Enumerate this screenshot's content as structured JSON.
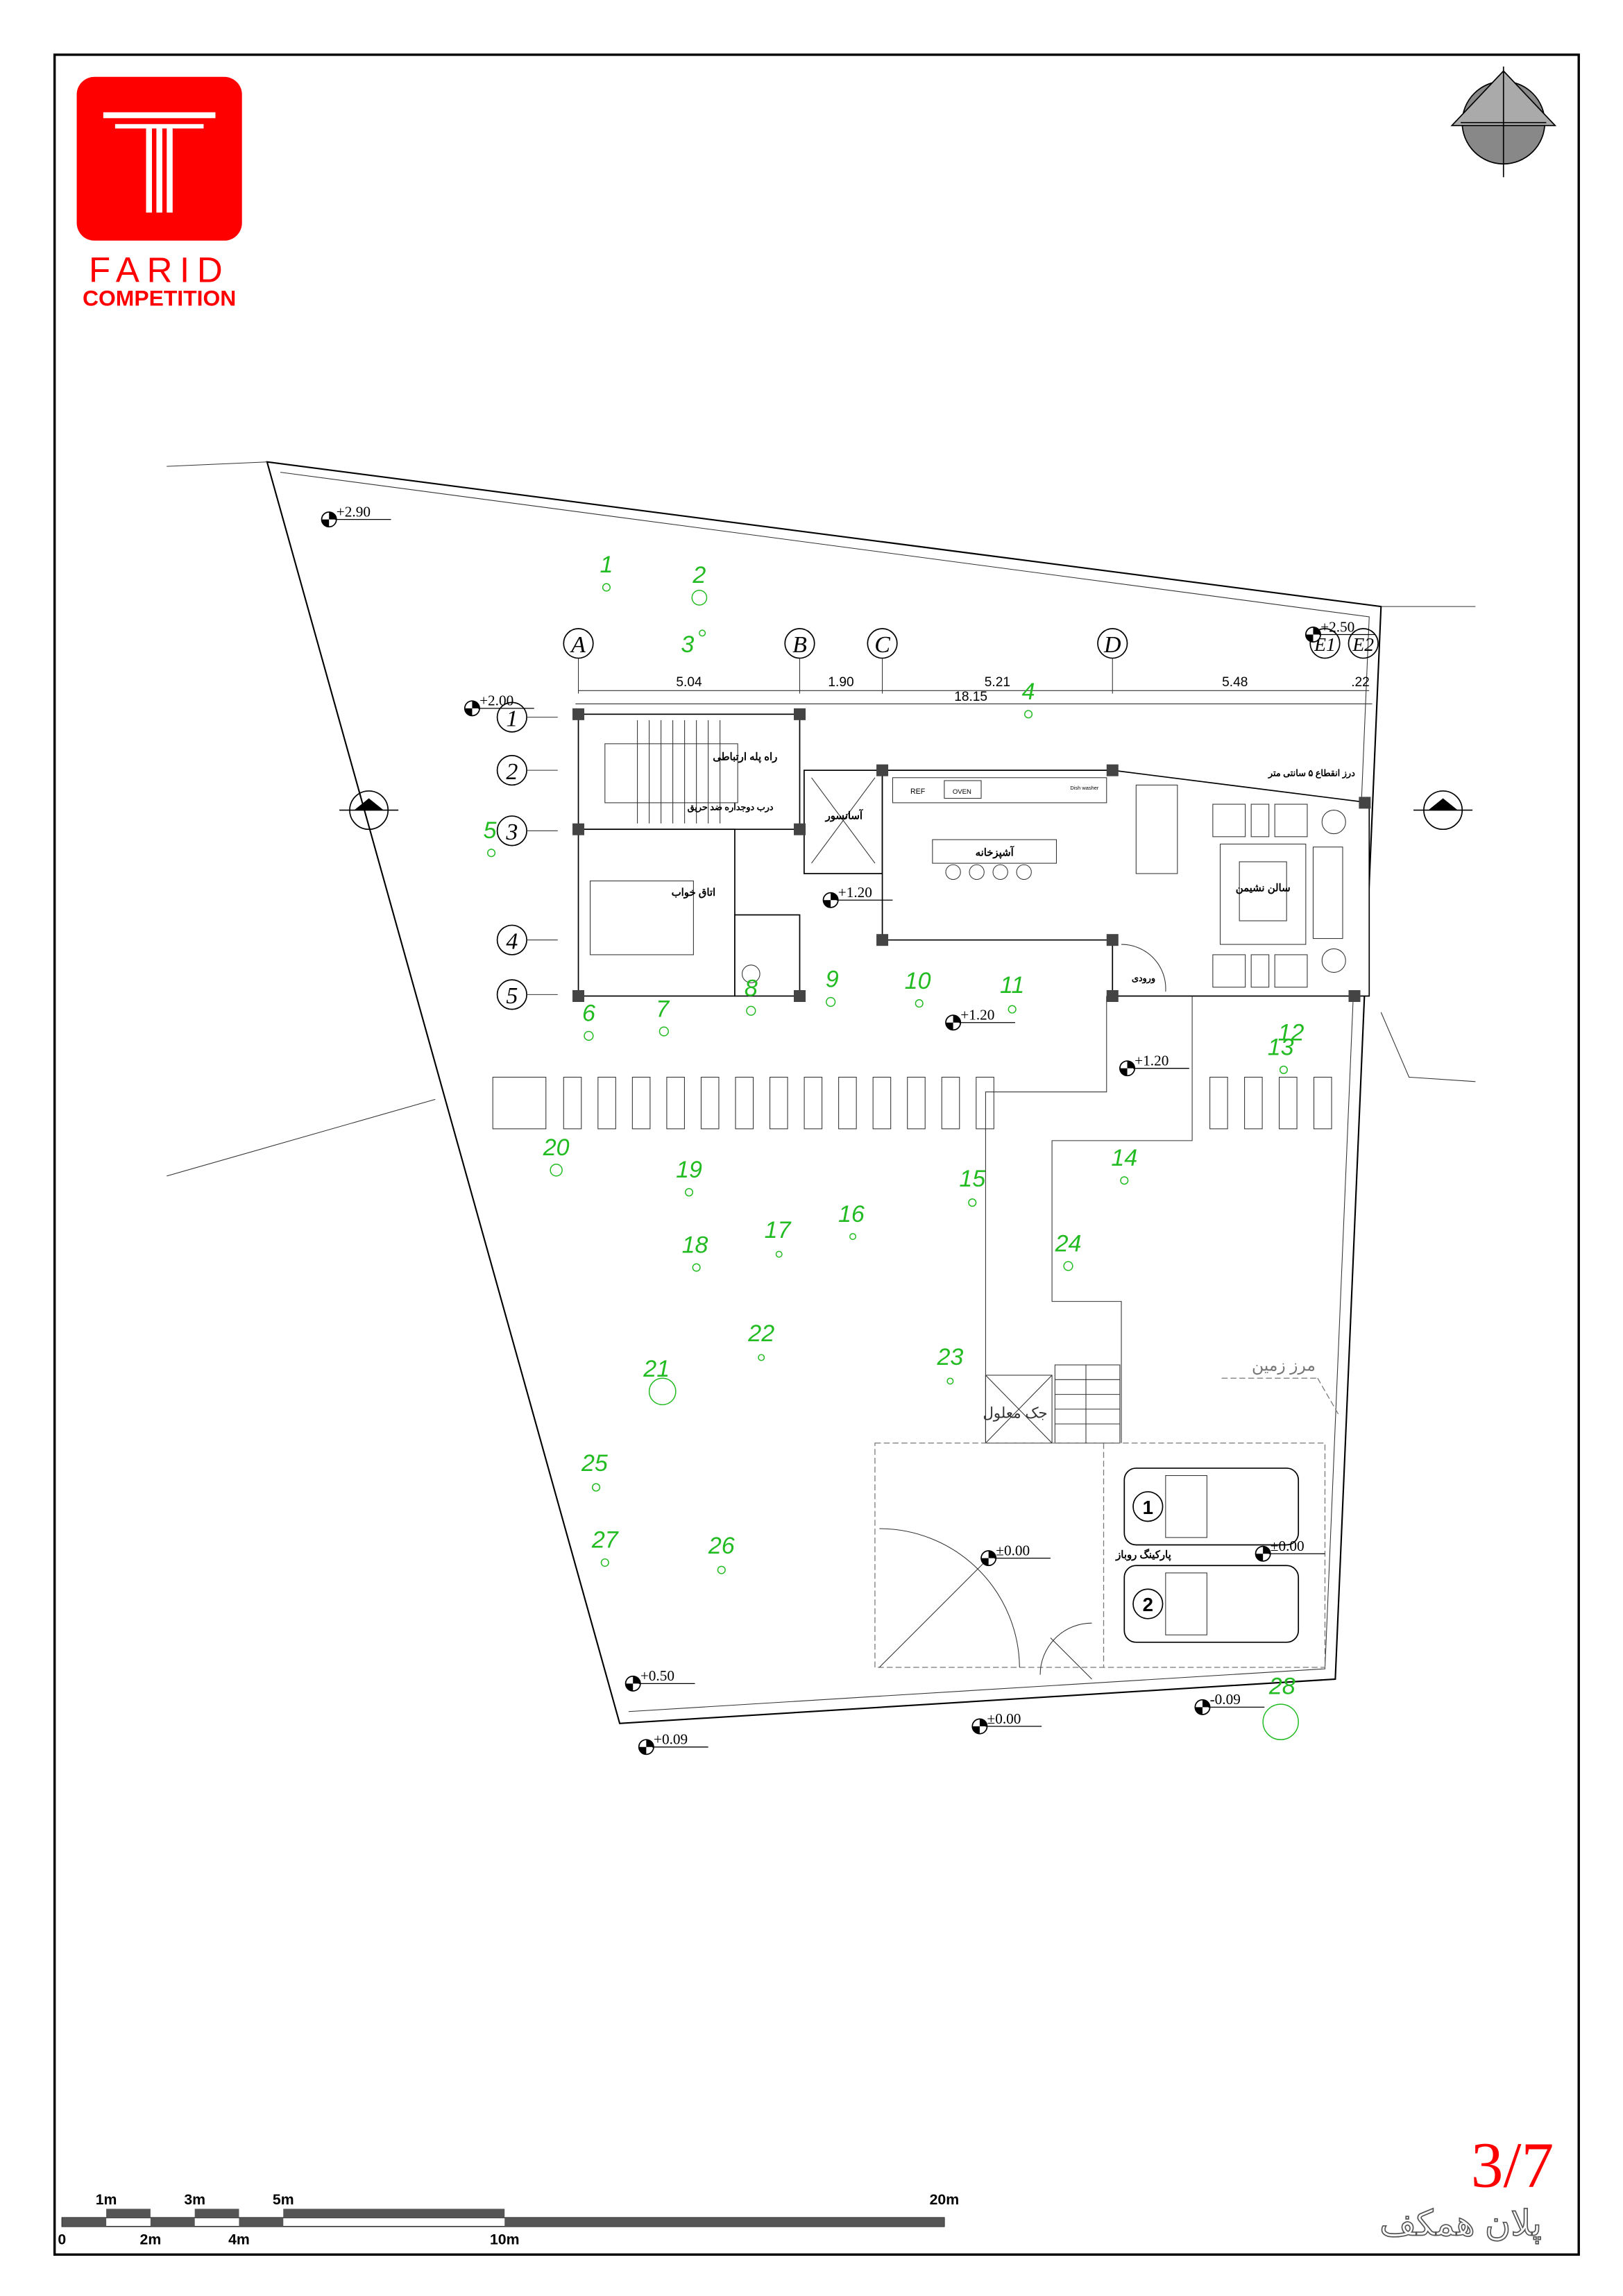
{
  "logo": {
    "name": "FARID",
    "subtitle": "COMPETITION",
    "brand_color": "#ff0000"
  },
  "grid": {
    "columns": [
      "A",
      "B",
      "C",
      "D",
      "E1",
      "E2"
    ],
    "rows": [
      "1",
      "2",
      "3",
      "4",
      "5"
    ]
  },
  "dimensions": {
    "d1": "5.04",
    "d2": "1.90",
    "d3": "5.21",
    "d4": "5.48",
    "d5": ".22",
    "total": "18.15"
  },
  "levels": {
    "top_left": "+2.90",
    "top_right": "+2.50",
    "building_left": "+2.00",
    "interior": "+1.20",
    "terrace": "+1.20",
    "ramp": "+1.20",
    "yard_gate": "±0.00",
    "parking": "±0.00",
    "street": "±0.00",
    "bottom_left": "+0.50",
    "bottom_left2": "+0.09",
    "bottom_right": "-0.09"
  },
  "rooms": {
    "stair": "راه پله ارتباطی",
    "fire_door": "درب دوجداره ضد حریق",
    "elevator": "آسانسور",
    "kitchen": "آشپزخانه",
    "living": "سالن نشیمن",
    "bedroom": "اتاق خواب",
    "entrance": "ورودی",
    "joint": "درز انقطاع ۵ سانتی متر",
    "parking": "پارکینگ روباز",
    "boundary": "مرز زمین",
    "disabled_lift": "جک معلول"
  },
  "appliances": {
    "ref": "REF",
    "oven": "OVEN",
    "dishwasher": "Dish washer"
  },
  "cars": [
    "1",
    "2"
  ],
  "trees": [
    "1",
    "2",
    "3",
    "4",
    "5",
    "6",
    "7",
    "8",
    "9",
    "10",
    "11",
    "12",
    "13",
    "14",
    "15",
    "16",
    "17",
    "18",
    "19",
    "20",
    "21",
    "22",
    "23",
    "24",
    "25",
    "26",
    "27",
    "28"
  ],
  "scale_bar": {
    "top": [
      "1m",
      "3m",
      "5m",
      "20m"
    ],
    "bottom": [
      "0",
      "2m",
      "4m",
      "10m"
    ]
  },
  "sheet": {
    "number": "3/7",
    "title": "پلان همکف",
    "accent": "#ff0000"
  }
}
